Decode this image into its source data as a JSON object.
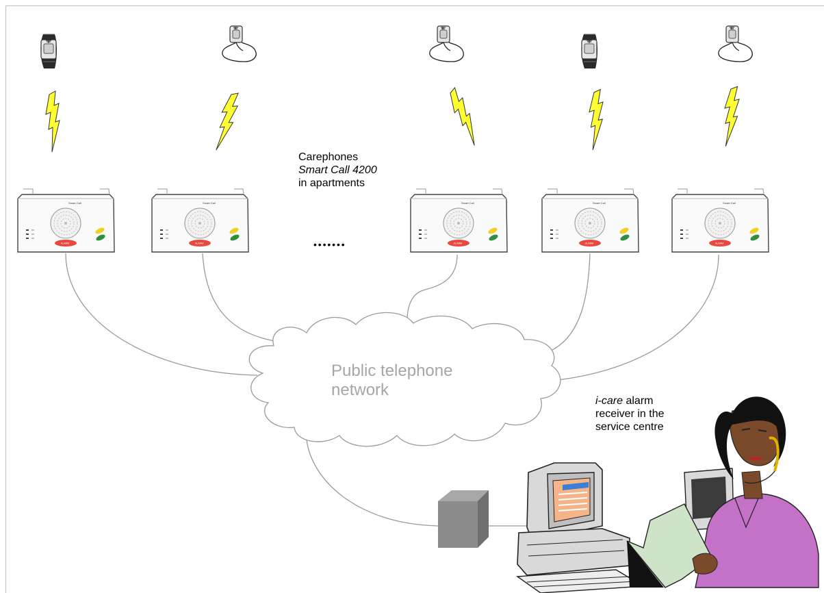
{
  "labels": {
    "carephones_line1": "Carephones",
    "carephones_line2": "Smart Call 4200",
    "carephones_line3": "in apartments",
    "cloud_line1": "Public telephone",
    "cloud_line2": "network",
    "receiver_italic": "i-care",
    "receiver_line1_rest": " alarm",
    "receiver_line2": "receiver in the",
    "receiver_line3": "service centre",
    "ellipsis": "• • • • • • •"
  },
  "device": {
    "brand": "Smart Call",
    "alarm_button": "ALARM"
  },
  "colors": {
    "lightning": "#ffff33",
    "alarm_button": "#e8483e",
    "green_button": "#2f8f3f",
    "yellow_button": "#f0d020",
    "cloud_stroke": "#9a9a9a",
    "wire": "#9a9a9a",
    "modem_box": "#8c8c8c",
    "operator_blouse": "#c472c8"
  },
  "icons": {
    "pendant": "alarm-pendant-icon",
    "wristband": "alarm-wristband-icon",
    "lightning": "wireless-signal-icon",
    "carephone": "carephone-device",
    "cloud": "network-cloud",
    "modem": "modem-box",
    "computer": "computer-icon",
    "operator": "operator-illustration"
  }
}
